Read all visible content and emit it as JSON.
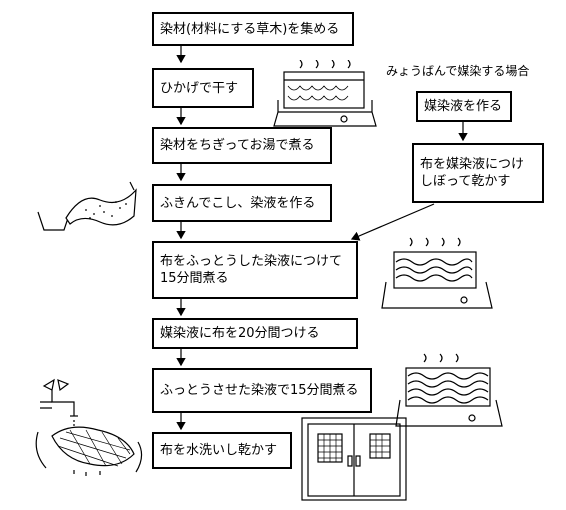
{
  "flow": {
    "steps": [
      "染材(材料にする草木)を集める",
      "ひかげで干す",
      "染材をちぎってお湯で煮る",
      "ふきんでこし、染液を作る",
      "布をふっとうした染液につけて15分間煮る",
      "媒染液に布を20分間つける",
      "ふっとうさせた染液で15分間煮る",
      "布を水洗いし乾かす"
    ]
  },
  "side": {
    "heading": "みょうばんで媒染する場合",
    "steps": [
      "媒染液を作る",
      "布を媒染液につけしぼって乾かす"
    ]
  },
  "illustrations": [
    "pot-on-stove-icon",
    "straining-cloth-icon",
    "pot-with-cloth-icon",
    "faucet-washing-icon",
    "drying-window-icon"
  ]
}
